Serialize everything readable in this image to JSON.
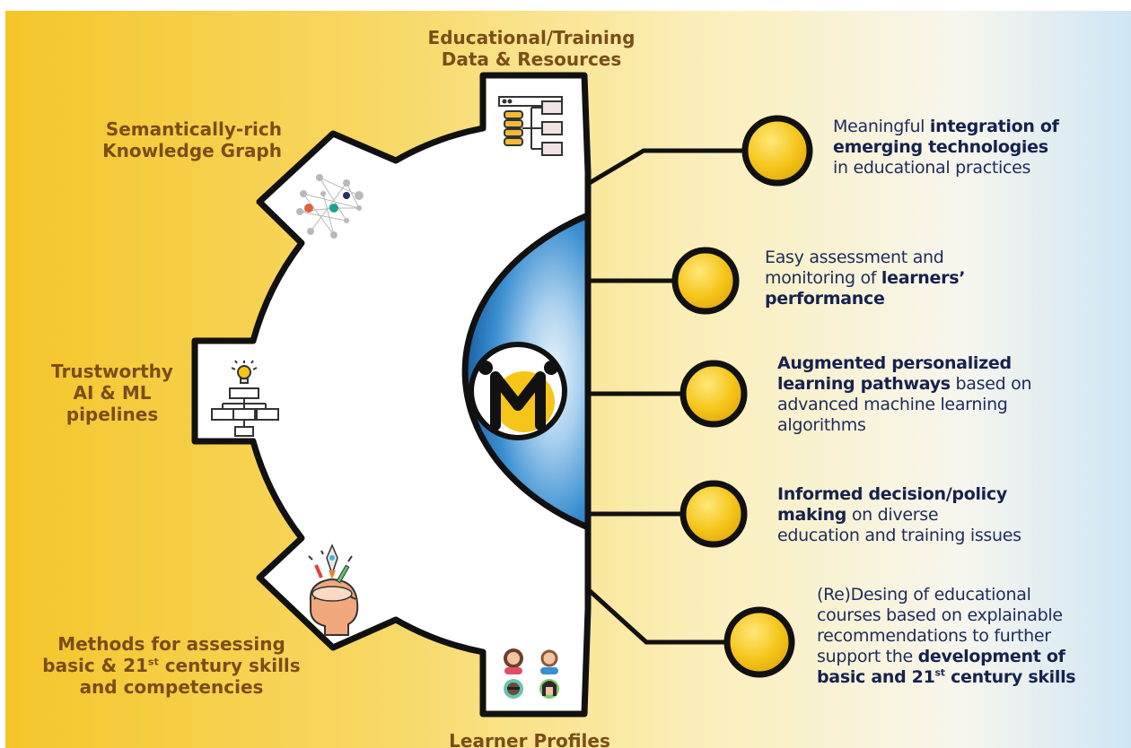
{
  "colors": {
    "gear_fill": "#ffffff",
    "gear_stroke": "#111111",
    "sphere_blue": "#1d74b8",
    "circle_yellow": "#f5c51a",
    "label_brown": "#7a4e19",
    "benefit_navy": "#1d2b5c"
  },
  "gear_labels": {
    "data_resources": [
      "Educational/Training",
      "Data & Resources"
    ],
    "knowledge_graph": [
      "Semantically-rich",
      "Knowledge Graph"
    ],
    "ai_ml": [
      "Trustworthy",
      "AI & ML",
      "pipelines"
    ],
    "skills": [
      "Methods for assessing",
      "basic & 21",
      "st",
      " century skills",
      "and competencies"
    ],
    "profiles": "Learner Profiles"
  },
  "icons": {
    "data_resources": "database-tree-icon",
    "knowledge_graph": "knowledge-graph-icon",
    "ai_ml": "lightbulb-flowchart-icon",
    "skills": "head-rocket-ideas-icon",
    "profiles": "learner-avatars-icon",
    "center_logo": "m-logo-icon"
  },
  "benefits": [
    {
      "lines": [
        [
          {
            "t": "Meaningful ",
            "b": false
          },
          {
            "t": "integration of",
            "b": true
          }
        ],
        [
          {
            "t": "emerging technologies",
            "b": true
          }
        ],
        [
          {
            "t": "in educational practices",
            "b": false
          }
        ]
      ]
    },
    {
      "lines": [
        [
          {
            "t": "Easy assessment and",
            "b": false
          }
        ],
        [
          {
            "t": "monitoring of ",
            "b": false
          },
          {
            "t": "learners’",
            "b": true
          }
        ],
        [
          {
            "t": "performance",
            "b": true
          }
        ]
      ]
    },
    {
      "lines": [
        [
          {
            "t": "Augmented personalized",
            "b": true
          }
        ],
        [
          {
            "t": "learning pathways",
            "b": true
          },
          {
            "t": " based on",
            "b": false
          }
        ],
        [
          {
            "t": "advanced machine learning",
            "b": false
          }
        ],
        [
          {
            "t": "algorithms",
            "b": false
          }
        ]
      ]
    },
    {
      "lines": [
        [
          {
            "t": "Informed decision/policy",
            "b": true
          }
        ],
        [
          {
            "t": "making",
            "b": true
          },
          {
            "t": " on diverse",
            "b": false
          }
        ],
        [
          {
            "t": "education and training issues",
            "b": false
          }
        ]
      ]
    },
    {
      "lines": [
        [
          {
            "t": "(Re)Desing of educational",
            "b": false
          }
        ],
        [
          {
            "t": "courses based on explainable",
            "b": false
          }
        ],
        [
          {
            "t": "recommendations to  further",
            "b": false
          }
        ],
        [
          {
            "t": "support the ",
            "b": false
          },
          {
            "t": "development of",
            "b": true
          }
        ],
        [
          {
            "t": "basic and 21",
            "b": true
          },
          {
            "t": "st",
            "b": true,
            "sup": true
          },
          {
            "t": " century skills",
            "b": true
          }
        ]
      ]
    }
  ]
}
